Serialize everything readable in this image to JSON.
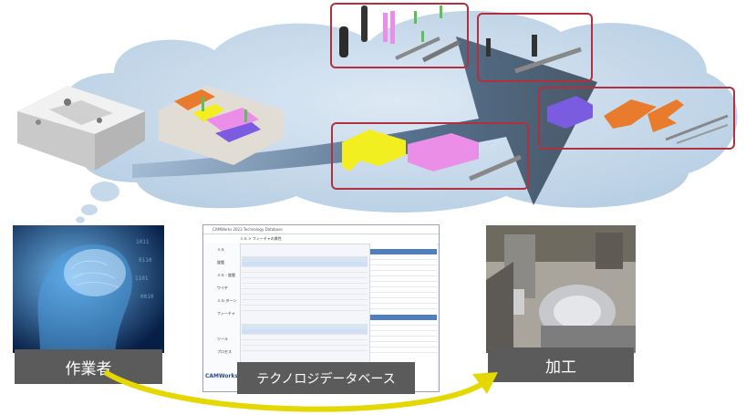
{
  "labels": {
    "operator": "作業者",
    "machining": "加工",
    "tech_db": "テクノロジデータベース"
  },
  "window": {
    "title": "CAMWorks 2023 Technology Database",
    "breadcrumb": "ミル > フィーチャの属性",
    "brand": "CAMWorks",
    "sidebar": [
      "ミル",
      "旋盤",
      "ミル - 旋盤",
      "ワイヤ",
      "ミル-ターン",
      "フィーチャ",
      "",
      "ツール",
      "プロセス"
    ]
  },
  "colors": {
    "cloud": "#c6d9ea",
    "frame": "#b03040",
    "label_bg": "#5b5b5b",
    "arrow": "#e4d800",
    "orange": "#e87b2c",
    "yellow": "#f2ee20",
    "pink": "#ea8ee8",
    "purple": "#7b5be0"
  }
}
